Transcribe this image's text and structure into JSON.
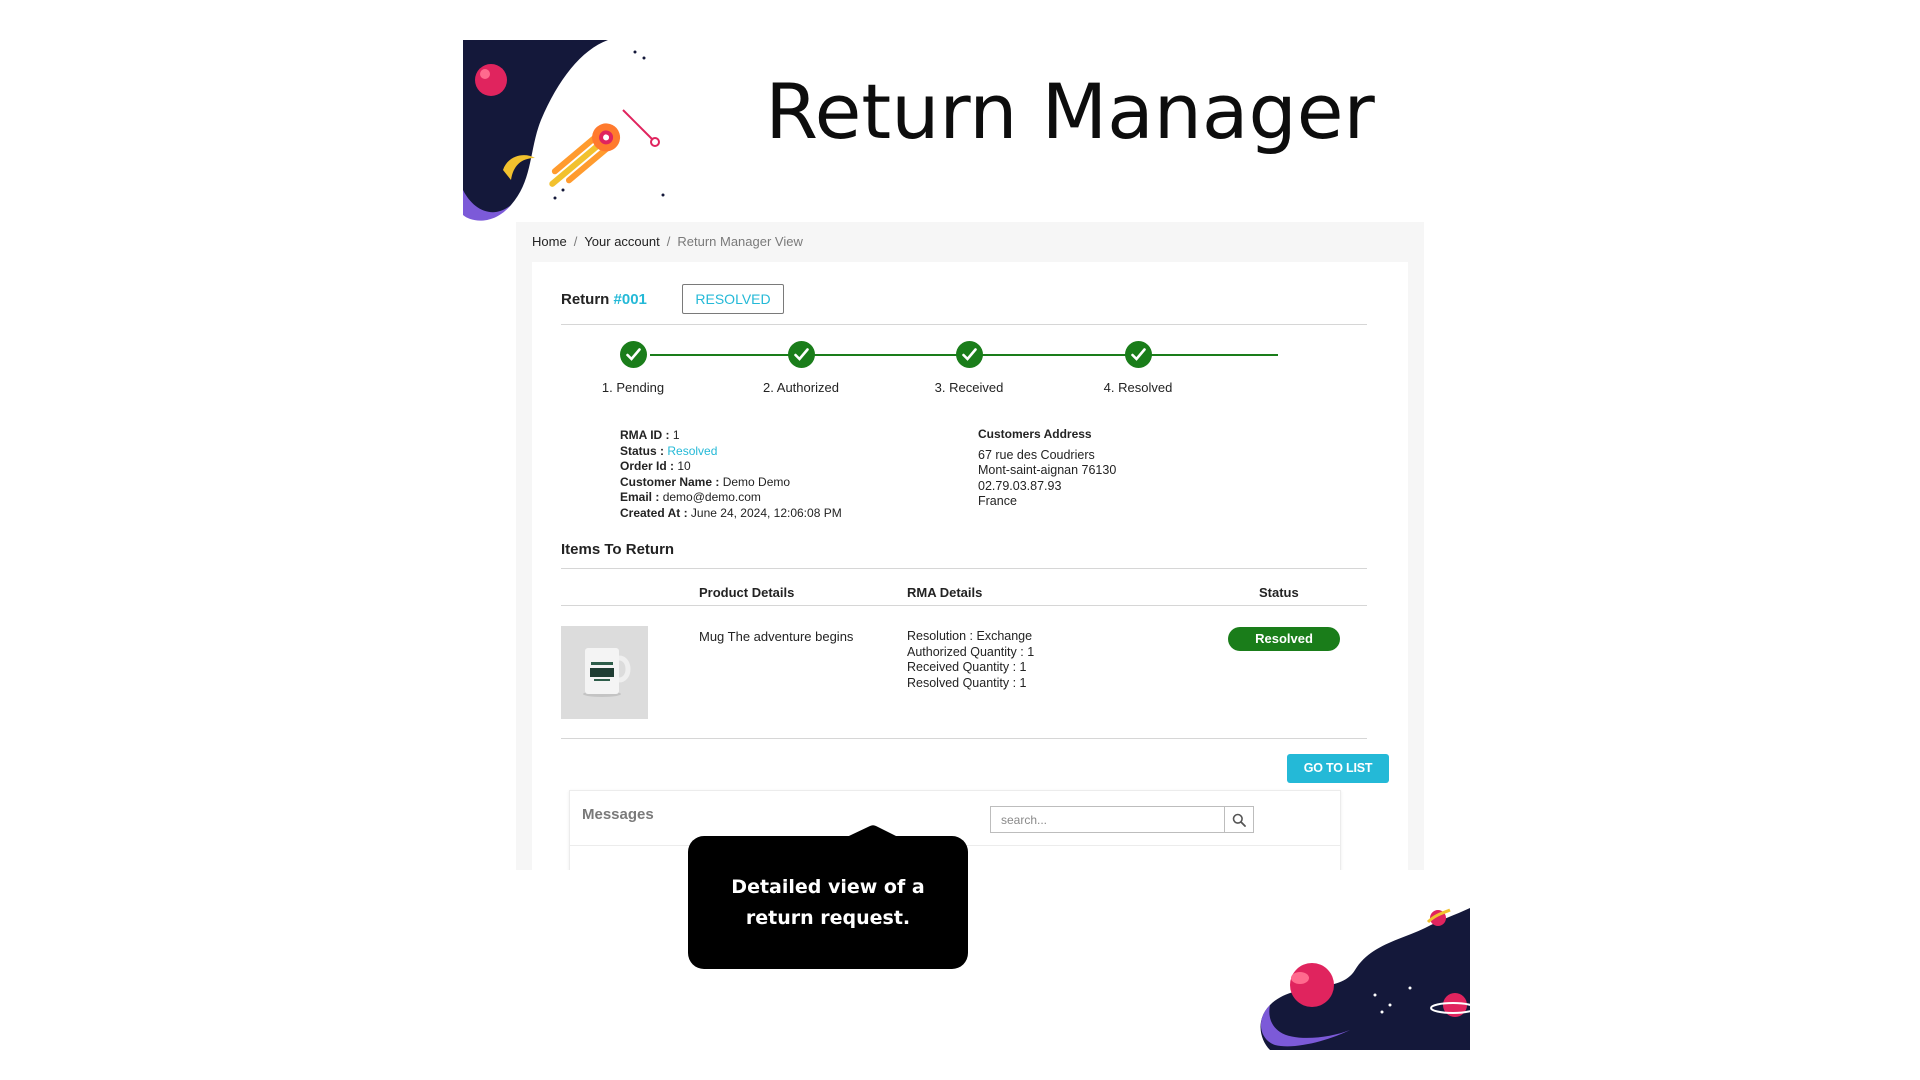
{
  "slide": {
    "title": "Return Manager",
    "callout": "Detailed view of a return request."
  },
  "breadcrumb": {
    "items": [
      "Home",
      "Your account"
    ],
    "current": "Return Manager View"
  },
  "return": {
    "label": "Return",
    "number": "#001",
    "status_badge": "RESOLVED"
  },
  "progress": {
    "steps": [
      "1. Pending",
      "2. Authorized",
      "3. Received",
      "4. Resolved"
    ],
    "completed": 4,
    "total": 4
  },
  "details": {
    "rma_id_label": "RMA ID :",
    "rma_id": "1",
    "status_label": "Status :",
    "status": "Resolved",
    "order_id_label": "Order Id :",
    "order_id": "10",
    "customer_name_label": "Customer Name :",
    "customer_name": "Demo Demo",
    "email_label": "Email :",
    "email": "demo@demo.com",
    "created_at_label": "Created At :",
    "created_at": "June 24, 2024, 12:06:08 PM"
  },
  "address": {
    "title": "Customers Address",
    "lines": [
      "67 rue des Coudriers",
      "Mont-saint-aignan 76130",
      "02.79.03.87.93",
      "France"
    ]
  },
  "items": {
    "title": "Items To Return",
    "columns": [
      "Product Details",
      "RMA Details",
      "Status"
    ],
    "rows": [
      {
        "product": "Mug The adventure begins",
        "rma": [
          "Resolution : Exchange",
          "Authorized Quantity : 1",
          "Received Quantity : 1",
          "Resolved Quantity : 1"
        ],
        "status": "Resolved"
      }
    ]
  },
  "actions": {
    "go_to_list": "GO TO LIST"
  },
  "messages": {
    "title": "Messages",
    "search_placeholder": "search..."
  },
  "colors": {
    "accent": "#24b9d7",
    "success": "#1a7d1a",
    "panel_bg": "#f6f6f6",
    "callout_bg": "#000000"
  },
  "icons": {
    "step": "check-icon",
    "search": "search-icon",
    "product": "mug-image"
  }
}
